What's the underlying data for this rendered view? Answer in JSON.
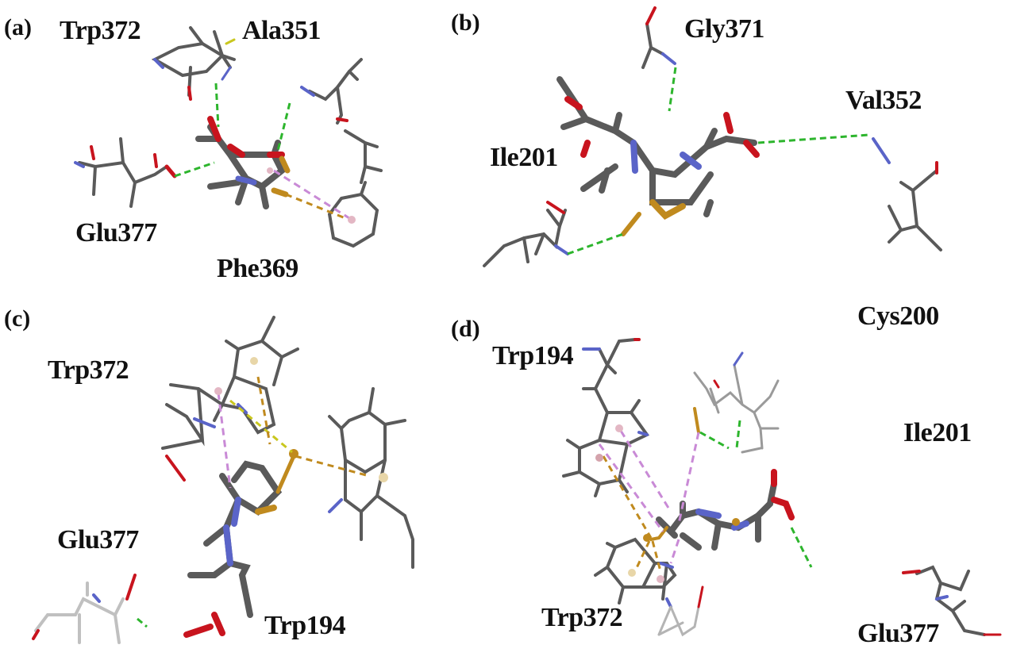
{
  "figure": {
    "panels": [
      {
        "id": "a",
        "label": "(a)",
        "residues": [
          "Trp372",
          "Ala351",
          "Glu377",
          "Phe369"
        ]
      },
      {
        "id": "b",
        "label": "(b)",
        "residues": [
          "Gly371",
          "Val352",
          "Ile201"
        ]
      },
      {
        "id": "c",
        "label": "(c)",
        "residues": [
          "Trp372",
          "Glu377",
          "Trp194"
        ]
      },
      {
        "id": "d",
        "label": "(d)",
        "residues": [
          "Cys200",
          "Trp194",
          "Ile201",
          "Trp372",
          "Glu377"
        ]
      }
    ],
    "colors": {
      "carbon": "#5a5a5a",
      "hydrogen": "#b4b4b4",
      "oxygen": "#c8141e",
      "nitrogen": "#5a64c8",
      "sulfur": "#c08a1e",
      "hbond": "#2db52d",
      "pi_alkyl": "#c98ad6",
      "pi_sulfur": "#c08a1e"
    }
  }
}
